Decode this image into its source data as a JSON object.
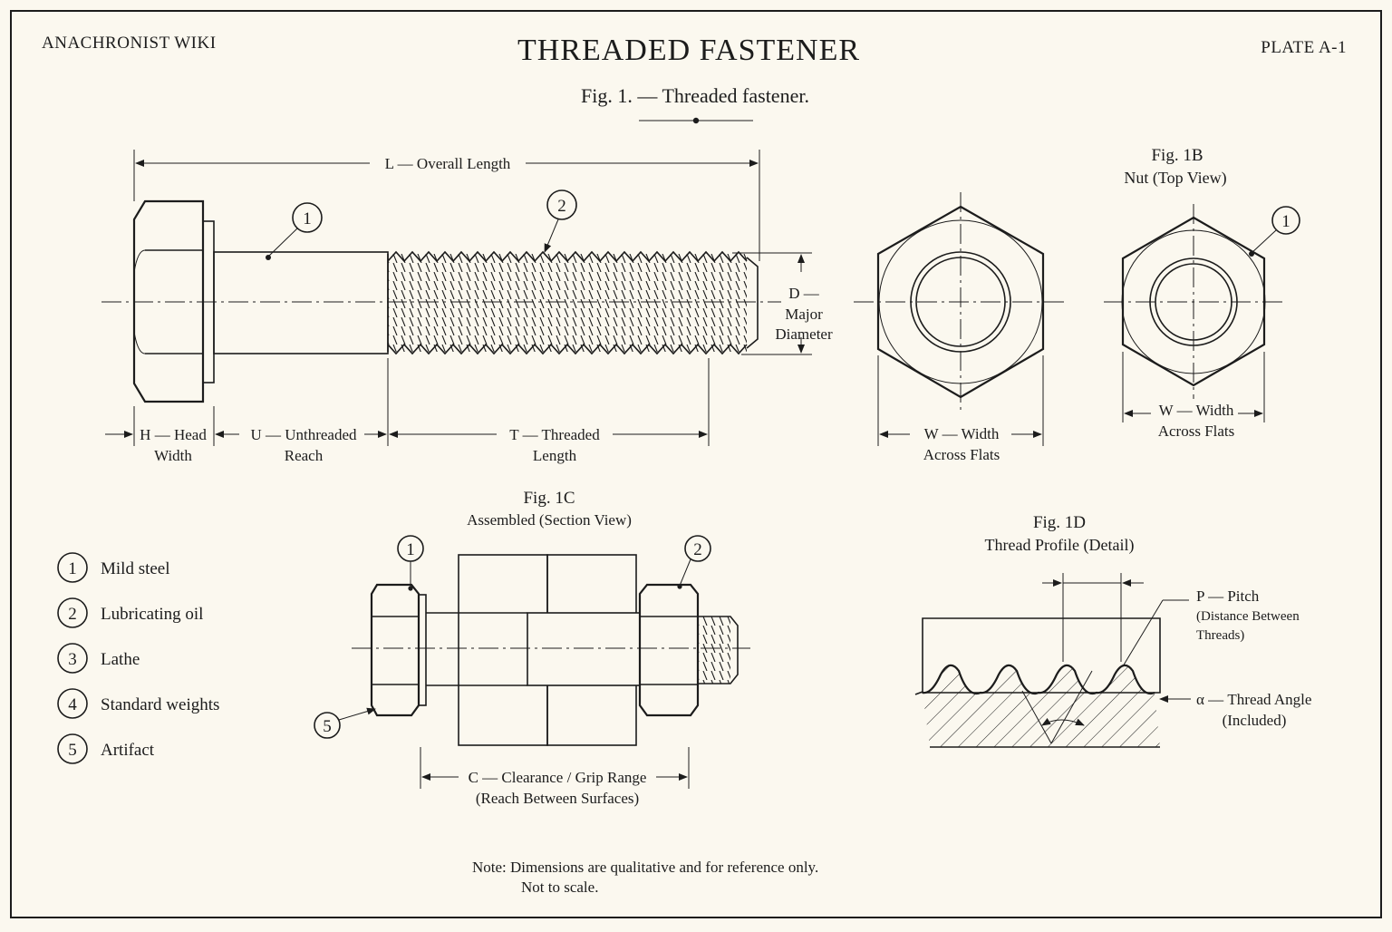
{
  "header": {
    "site": "ANACHRONIST WIKI",
    "title": "THREADED FASTENER",
    "plate": "PLATE A-1",
    "caption": "Fig. 1. — Threaded fastener."
  },
  "fig1a": {
    "overall_length": "L — Overall Length",
    "major_diameter": [
      "D —",
      "Major",
      "Diameter"
    ],
    "head_width": [
      "H — Head",
      "Width"
    ],
    "unthreaded": [
      "U — Unthreaded",
      "Reach"
    ],
    "threaded": [
      "T — Threaded",
      "Length"
    ],
    "callouts": [
      "1",
      "2"
    ]
  },
  "fig1b_left": {
    "width": [
      "W — Width",
      "Across Flats"
    ]
  },
  "fig1b": {
    "title": "Fig. 1B",
    "subtitle": "Nut (Top View)",
    "callout": "1",
    "width": [
      "W — Width",
      "Across Flats"
    ]
  },
  "fig1c": {
    "title": "Fig. 1C",
    "subtitle": "Assembled (Section View)",
    "callouts": [
      "1",
      "2",
      "5"
    ],
    "clearance": [
      "C — Clearance / Grip Range",
      "(Reach Between Surfaces)"
    ]
  },
  "fig1d": {
    "title": "Fig. 1D",
    "subtitle": "Thread Profile (Detail)",
    "pitch": [
      "P — Pitch",
      "(Distance Between",
      "Threads)"
    ],
    "angle": [
      "α — Thread Angle",
      "(Included)"
    ]
  },
  "legend": [
    {
      "num": "1",
      "label": "Mild steel"
    },
    {
      "num": "2",
      "label": "Lubricating oil"
    },
    {
      "num": "3",
      "label": "Lathe"
    },
    {
      "num": "4",
      "label": "Standard weights"
    },
    {
      "num": "5",
      "label": "Artifact"
    }
  ],
  "note": [
    "Note:  Dimensions are qualitative and for reference only.",
    "Not to scale."
  ],
  "colors": {
    "paper": "#fbf8ef",
    "ink": "#1c1c1c"
  }
}
